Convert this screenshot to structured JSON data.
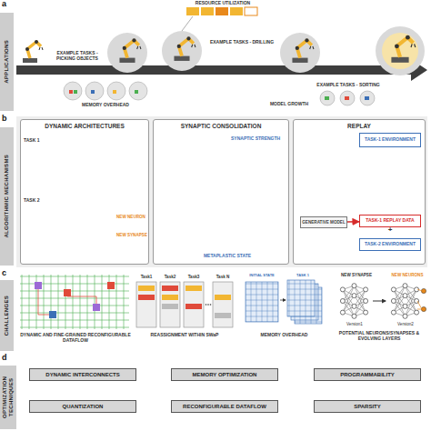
{
  "diagram": {
    "nodes": [
      {
        "text": [
          "APPLICATIONS"
        ]
      },
      {
        "text": [
          "ALGORITHMIC MECHANISMS"
        ]
      },
      {
        "text": [
          "DYNAMIC ARCHITECTURES"
        ]
      },
      {
        "text": [
          "SYNAPTIC CONSOLIDATION"
        ]
      },
      {
        "text": [
          "REPLAY"
        ]
      },
      {
        "text": [
          "TASK-1 ENVIRONMENT"
        ],
        "in": 4
      },
      {
        "text": [
          "GENERATIVE MODEL"
        ],
        "in": 4
      },
      {
        "text": [
          "TASK-1 REPLAY DATA"
        ],
        "in": 4
      },
      {
        "text": [
          "TASK-2 ENVIRONMENT"
        ],
        "in": 4
      },
      {
        "text": [
          "CHALLENGES"
        ]
      },
      {
        "text": [
          "OPTIMIZATION TECHNIQUES"
        ]
      },
      {
        "text": [
          "DYNAMIC INTERCONNECTS"
        ]
      },
      {
        "text": [
          "MEMORY OPTIMIZATION"
        ]
      },
      {
        "text": [
          "PROGRAMMABILITY"
        ]
      },
      {
        "text": [
          "QUANTIZATION"
        ]
      },
      {
        "text": [
          "RECONFIGURABLE DATAFLOW"
        ]
      },
      {
        "text": [
          "SPARSITY"
        ]
      }
    ],
    "edges": [
      {
        "from": 6,
        "to": 7,
        "arrow": "to"
      }
    ],
    "labels": [
      "a",
      "RESOURCE UTILIZATION",
      "EXAMPLE TASKS - DRILLING",
      "EXAMPLE TASKS - PICKING OBJECTS",
      "MEMORY OVERHEAD",
      "EXAMPLE TASKS - SORTING",
      "MODEL GROWTH",
      "b",
      "TASK 1",
      "TASK 2",
      "NEW NEURON",
      "NEW SYNAPSE",
      "SYNAPTIC STRENGTH",
      "METAPLASTIC STATE",
      "+",
      "c",
      "DYNAMIC AND FINE-GRAINED RECONFIGURABLE DATAFLOW",
      "Task1",
      "Task2",
      "Task3",
      "Task N",
      "REASSIGNMENT WITHIN SWaP",
      "INITIAL STATE",
      "TASK 1",
      "MEMORY OVERHEAD",
      "NEW SYNAPSE",
      "NEW NEURONS",
      "Version1",
      "Version2",
      "POTENTIAL NEURONS/SYNAPSES & EVOLVING LAYERS",
      "d"
    ]
  }
}
